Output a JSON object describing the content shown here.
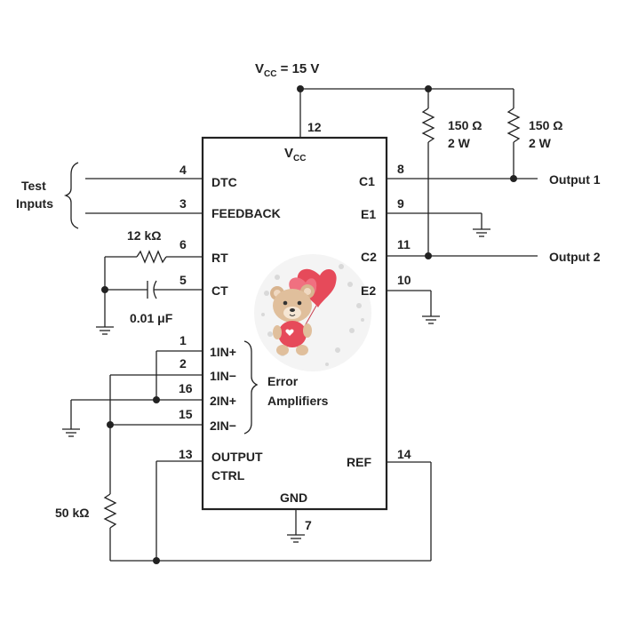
{
  "supply": {
    "label": "V",
    "sub": "CC",
    "rest": " = 15 V"
  },
  "chip": {
    "vcc_label": "V",
    "vcc_sub": "CC",
    "gnd_label": "GND",
    "ref_label": "REF"
  },
  "pins": {
    "dtc": {
      "num": "4",
      "name": "DTC"
    },
    "feedback": {
      "num": "3",
      "name": "FEEDBACK"
    },
    "rt": {
      "num": "6",
      "name": "RT"
    },
    "ct": {
      "num": "5",
      "name": "CT"
    },
    "in1p": {
      "num": "1",
      "name": "1IN+"
    },
    "in1n": {
      "num": "2",
      "name": "1IN−"
    },
    "in2p": {
      "num": "16",
      "name": "2IN+"
    },
    "in2n": {
      "num": "15",
      "name": "2IN−"
    },
    "outctrl": {
      "num": "13",
      "name1": "OUTPUT",
      "name2": "CTRL"
    },
    "vcc": {
      "num": "12"
    },
    "c1": {
      "num": "8",
      "name": "C1"
    },
    "e1": {
      "num": "9",
      "name": "E1"
    },
    "c2": {
      "num": "11",
      "name": "C2"
    },
    "e2": {
      "num": "10",
      "name": "E2"
    },
    "ref": {
      "num": "14"
    },
    "gnd": {
      "num": "7"
    }
  },
  "labels": {
    "test_inputs_1": "Test",
    "test_inputs_2": "Inputs",
    "error_amp_1": "Error",
    "error_amp_2": "Amplifiers",
    "output1": "Output 1",
    "output2": "Output 2"
  },
  "components": {
    "r_rt": "12 kΩ",
    "c_ct": "0.01 μF",
    "r_load1_value": "150 Ω",
    "r_load1_power": "2 W",
    "r_load2_value": "150 Ω",
    "r_load2_power": "2 W",
    "r_pot": "50 kΩ"
  }
}
